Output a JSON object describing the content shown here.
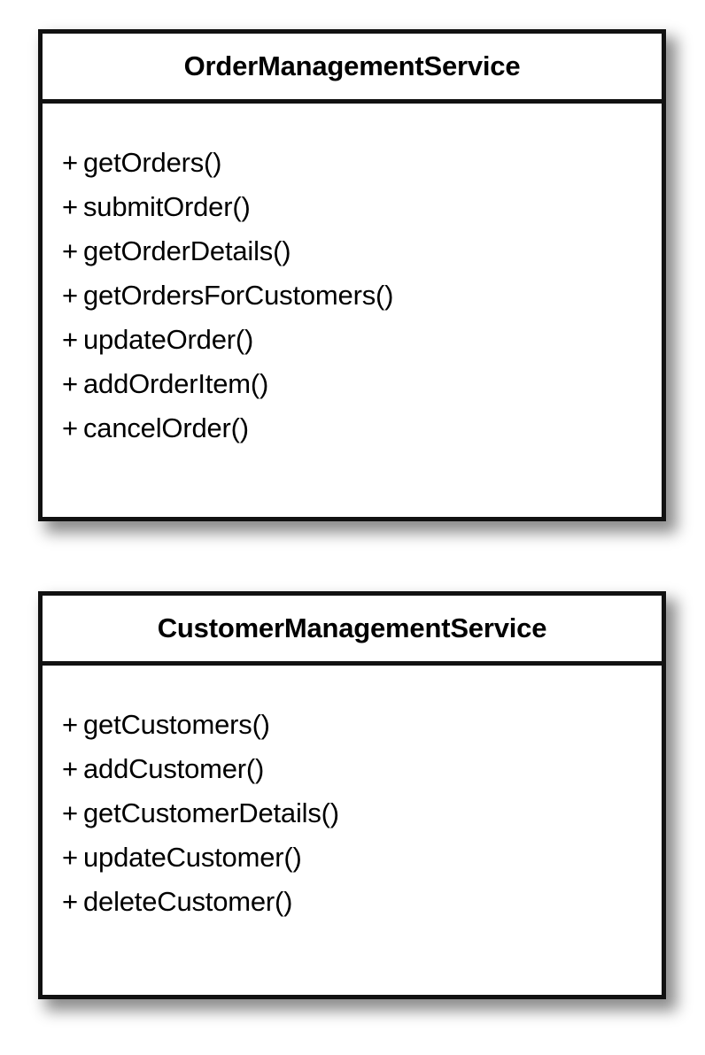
{
  "diagram": {
    "type": "uml-class-diagram",
    "background_color": "#ffffff",
    "border_color": "#111111",
    "text_color": "#000000",
    "classes": [
      {
        "id": "order-management",
        "name": "OrderManagementService",
        "attributes": [],
        "methods": [
          {
            "visibility": "+",
            "signature": "getOrders()"
          },
          {
            "visibility": "+",
            "signature": "submitOrder()"
          },
          {
            "visibility": "+",
            "signature": "getOrderDetails()"
          },
          {
            "visibility": "+",
            "signature": "getOrdersForCustomers()"
          },
          {
            "visibility": "+",
            "signature": "updateOrder()"
          },
          {
            "visibility": "+",
            "signature": "addOrderItem()"
          },
          {
            "visibility": "+",
            "signature": "cancelOrder()"
          }
        ]
      },
      {
        "id": "customer-management",
        "name": "CustomerManagementService",
        "attributes": [],
        "methods": [
          {
            "visibility": "+",
            "signature": "getCustomers()"
          },
          {
            "visibility": "+",
            "signature": "addCustomer()"
          },
          {
            "visibility": "+",
            "signature": "getCustomerDetails()"
          },
          {
            "visibility": "+",
            "signature": "updateCustomer()"
          },
          {
            "visibility": "+",
            "signature": "deleteCustomer()"
          }
        ]
      }
    ]
  }
}
